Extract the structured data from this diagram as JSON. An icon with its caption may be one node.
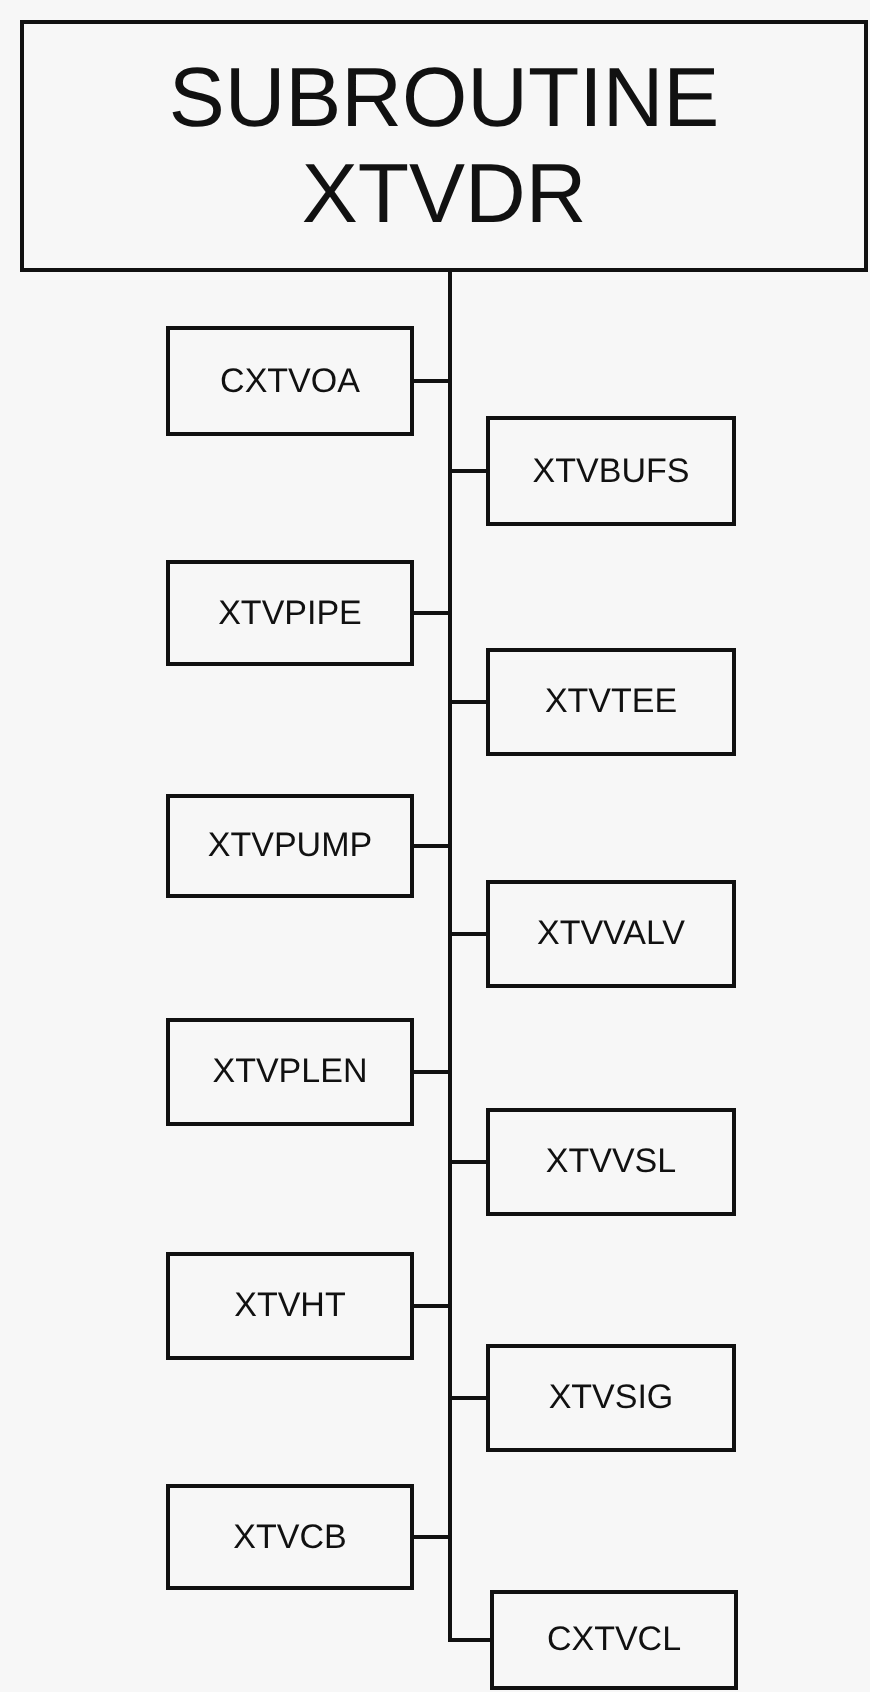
{
  "diagram": {
    "nodes": [
      {
        "text": [
          "SUBROUTINE XTVDR"
        ]
      },
      {
        "text": [
          "CXTVOA"
        ]
      },
      {
        "text": [
          "XTVBUFS"
        ]
      },
      {
        "text": [
          "XTVPIPE"
        ]
      },
      {
        "text": [
          "XTVTEE"
        ]
      },
      {
        "text": [
          "XTVPUMP"
        ]
      },
      {
        "text": [
          "XTVVALV"
        ]
      },
      {
        "text": [
          "XTVPLEN"
        ]
      },
      {
        "text": [
          "XTVVSL"
        ]
      },
      {
        "text": [
          "XTVHT"
        ]
      },
      {
        "text": [
          "XTVSIG"
        ]
      },
      {
        "text": [
          "XTVCB"
        ]
      },
      {
        "text": [
          "CXTVCL"
        ]
      }
    ],
    "edges": [
      {
        "from": 0,
        "to": 1,
        "arrow": "none"
      },
      {
        "from": 0,
        "to": 2,
        "arrow": "none"
      },
      {
        "from": 0,
        "to": 3,
        "arrow": "none"
      },
      {
        "from": 0,
        "to": 4,
        "arrow": "none"
      },
      {
        "from": 0,
        "to": 5,
        "arrow": "none"
      },
      {
        "from": 0,
        "to": 6,
        "arrow": "none"
      },
      {
        "from": 0,
        "to": 7,
        "arrow": "none"
      },
      {
        "from": 0,
        "to": 8,
        "arrow": "none"
      },
      {
        "from": 0,
        "to": 9,
        "arrow": "none"
      },
      {
        "from": 0,
        "to": 10,
        "arrow": "none"
      },
      {
        "from": 0,
        "to": 11,
        "arrow": "none"
      },
      {
        "from": 0,
        "to": 12,
        "arrow": "none"
      }
    ]
  }
}
